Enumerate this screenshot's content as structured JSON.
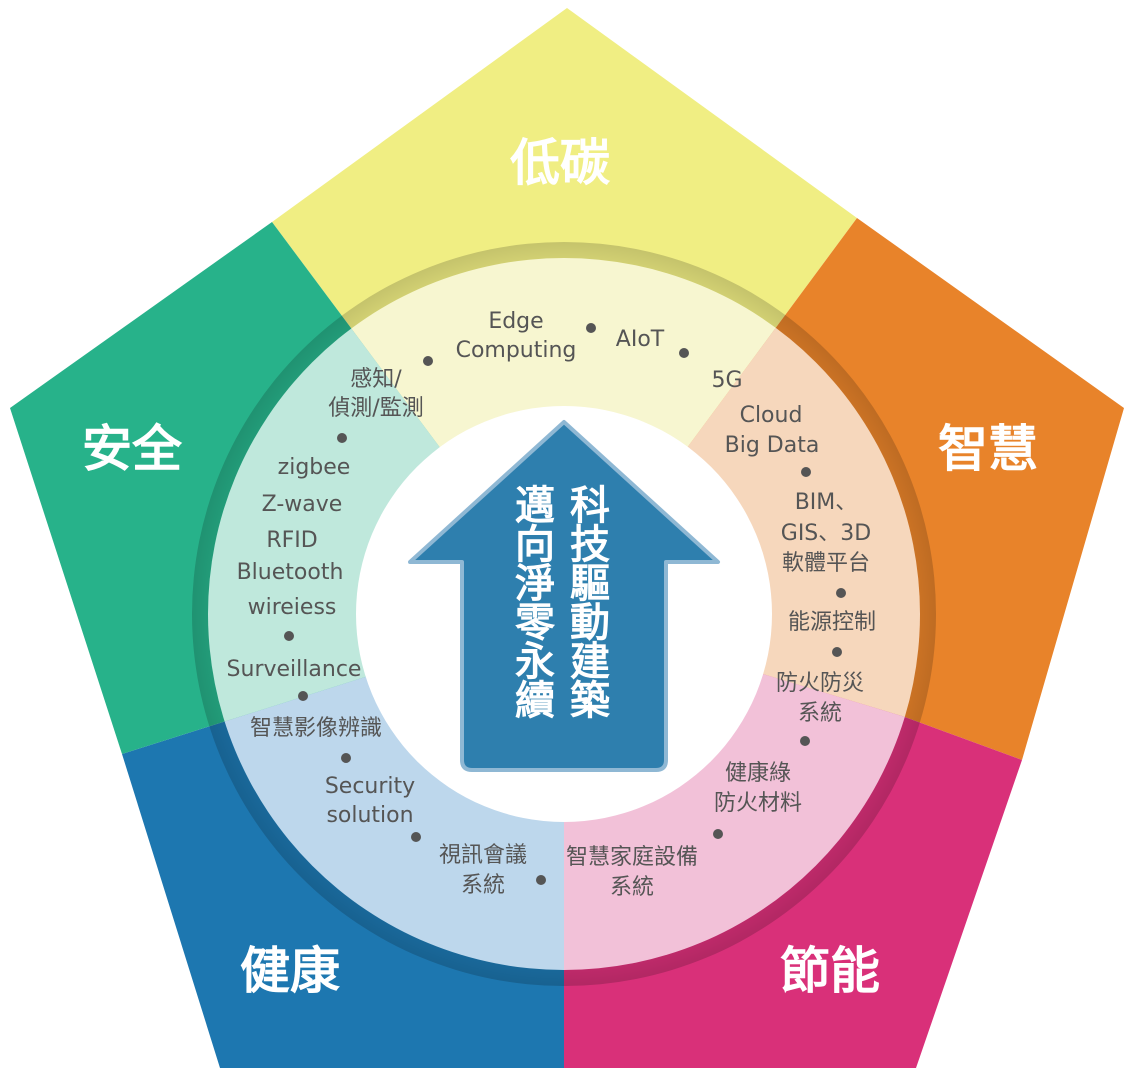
{
  "sectors": [
    {
      "id": "low-carbon",
      "label": "低碳",
      "color": "#f0ee83"
    },
    {
      "id": "smart",
      "label": "智慧",
      "color": "#e8832a"
    },
    {
      "id": "energy-saving",
      "label": "節能",
      "color": "#d93079"
    },
    {
      "id": "health",
      "label": "健康",
      "color": "#1d77b0"
    },
    {
      "id": "safety",
      "label": "安全",
      "color": "#27b28a"
    }
  ],
  "ring_colors": {
    "low-carbon": "#f7f6d0",
    "smart": "#f6d7bc",
    "energy-saving": "#f2c1d8",
    "health": "#bdd7ec",
    "safety": "#bfe8dc"
  },
  "center": {
    "arrow_color": "#2e7fae",
    "column_right": [
      "科",
      "技",
      "驅",
      "動",
      "建",
      "築"
    ],
    "column_left": [
      "邁",
      "向",
      "淨",
      "零",
      "永",
      "續"
    ]
  },
  "tech": {
    "edge_1": "Edge",
    "edge_2": "Computing",
    "aiot": "AIoT",
    "g5": "5G",
    "cloud": "Cloud",
    "bigdata": "Big Data",
    "bim_1": "BIM、",
    "bim_2": "GIS、3D",
    "bim_3": "軟體平台",
    "energy_control": "能源控制",
    "fire_1": "防火防災",
    "fire_2": "系統",
    "green_1": "健康綠",
    "green_2": "防火材料",
    "home_1": "智慧家庭設備",
    "home_2": "系統",
    "video_1": "視訊會議",
    "video_2": "系統",
    "security_1": "Security",
    "security_2": "solution",
    "image_recog": "智慧影像辨識",
    "surveillance": "Surveillance",
    "zigbee": "zigbee",
    "zwave": "Z-wave",
    "rfid": "RFID",
    "bluetooth": "Bluetooth",
    "wireless": "wireiess",
    "sense_1": "感知/",
    "sense_2": "偵測/監測"
  }
}
